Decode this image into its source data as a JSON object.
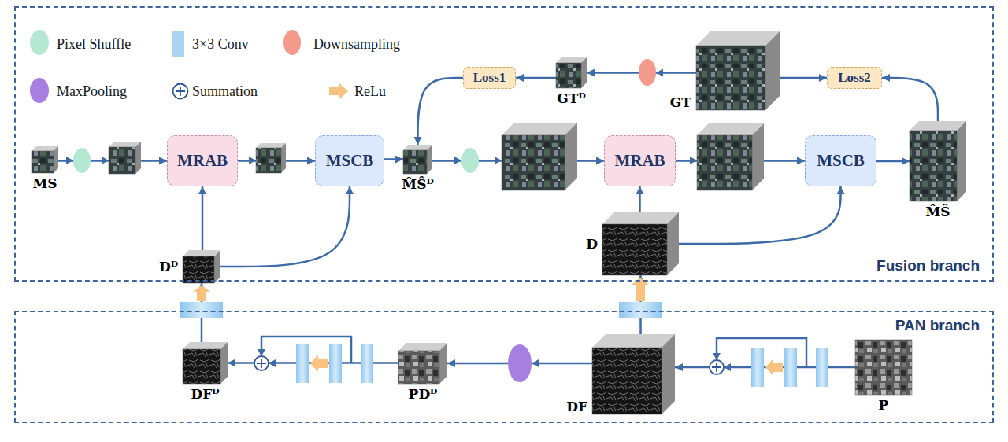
{
  "diagram": {
    "nodes": [
      {
        "text": [
          "Fusion branch"
        ]
      },
      {
        "text": [
          "Loss1"
        ],
        "in": 0
      },
      {
        "text": [
          "GTᴰ"
        ],
        "in": 0
      },
      {
        "text": [
          "GT"
        ],
        "in": 0
      },
      {
        "text": [
          "Loss2"
        ],
        "in": 0
      },
      {
        "text": [
          "MS"
        ],
        "in": 0
      },
      {
        "text": [
          "MRAB"
        ],
        "in": 0
      },
      {
        "text": [
          "MSCB"
        ],
        "in": 0
      },
      {
        "text": [
          "M̂Ŝᴰ"
        ],
        "in": 0
      },
      {
        "text": [
          "MRAB"
        ],
        "in": 0
      },
      {
        "text": [
          "MSCB"
        ],
        "in": 0
      },
      {
        "text": [
          "M̂Ŝ"
        ],
        "in": 0
      },
      {
        "text": [
          "Dᴰ"
        ],
        "in": 0
      },
      {
        "text": [
          "D"
        ],
        "in": 0
      },
      {
        "text": [
          "PAN branch"
        ]
      },
      {
        "text": [
          "DFᴰ"
        ],
        "in": 14
      },
      {
        "text": [
          "PDᴰ"
        ],
        "in": 14
      },
      {
        "text": [
          "DF"
        ],
        "in": 14
      },
      {
        "text": [
          "P"
        ],
        "in": 14
      }
    ],
    "edges": [
      {
        "from": 5,
        "to": 6,
        "arrow": "to"
      },
      {
        "from": 6,
        "to": 7,
        "arrow": "to"
      },
      {
        "from": 7,
        "to": 8,
        "arrow": "to"
      },
      {
        "from": 8,
        "to": 9,
        "arrow": "to"
      },
      {
        "from": 9,
        "to": 10,
        "arrow": "to"
      },
      {
        "from": 10,
        "to": 11,
        "arrow": "to"
      },
      {
        "from": 12,
        "to": 6,
        "arrow": "to"
      },
      {
        "from": 12,
        "to": 7,
        "arrow": "to"
      },
      {
        "from": 13,
        "to": 9,
        "arrow": "to"
      },
      {
        "from": 13,
        "to": 10,
        "arrow": "to"
      },
      {
        "from": 11,
        "to": 4,
        "arrow": "to"
      },
      {
        "from": 3,
        "to": 4,
        "arrow": "to"
      },
      {
        "from": 3,
        "to": 2,
        "arrow": "to"
      },
      {
        "from": 2,
        "to": 1,
        "arrow": "to"
      },
      {
        "from": 1,
        "to": 8,
        "arrow": "to"
      },
      {
        "from": 18,
        "to": 17,
        "arrow": "to"
      },
      {
        "from": 17,
        "to": 13,
        "arrow": "to"
      },
      {
        "from": 17,
        "to": 16,
        "arrow": "to"
      },
      {
        "from": 16,
        "to": 15,
        "arrow": "to"
      },
      {
        "from": 15,
        "to": 12,
        "arrow": "to"
      }
    ],
    "legend": [
      {
        "text": "Pixel Shuffle",
        "color": "#b5e8d2"
      },
      {
        "text": "3×3 Conv",
        "color": "#a9d4f3"
      },
      {
        "text": "Downsampling",
        "color": "#f39a8b"
      },
      {
        "text": "MaxPooling",
        "color": "#a77fe0"
      },
      {
        "text": "Summation"
      },
      {
        "text": "ReLu"
      }
    ]
  }
}
